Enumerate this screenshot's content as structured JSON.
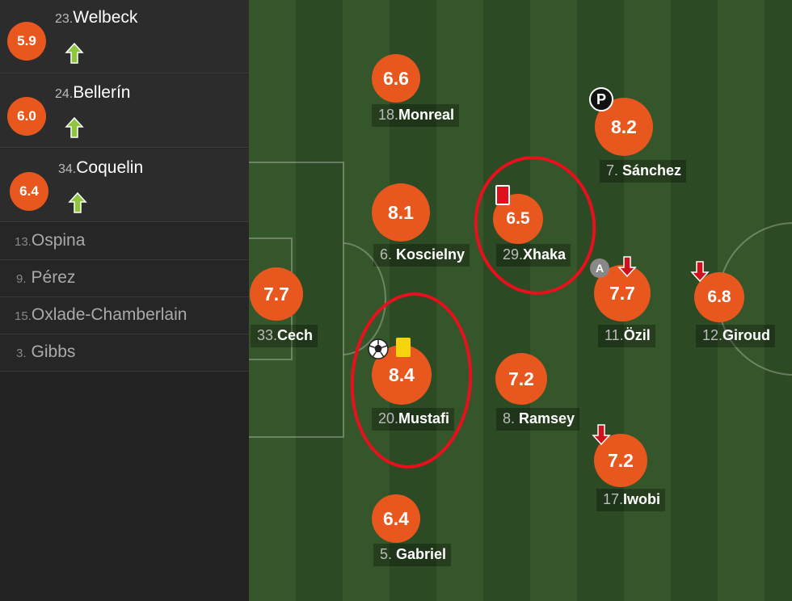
{
  "subs": [
    {
      "rating": "5.9",
      "num": "23.",
      "name": "Welbeck"
    },
    {
      "rating": "6.0",
      "num": "24.",
      "name": "Bellerín"
    },
    {
      "rating": "6.4",
      "num": "34.",
      "name": "Coquelin"
    }
  ],
  "bench": [
    {
      "num": "13.",
      "name": "Ospina"
    },
    {
      "num": "9.",
      "name": "Pérez"
    },
    {
      "num": "15.",
      "name": "Oxlade-Chamberlain"
    },
    {
      "num": "3.",
      "name": "Gibbs"
    }
  ],
  "players": {
    "cech": {
      "rating": "7.7",
      "num": "33.",
      "name": "Cech"
    },
    "monreal": {
      "rating": "6.6",
      "num": "18.",
      "name": "Monreal"
    },
    "koscielny": {
      "rating": "8.1",
      "num": "6.",
      "name": "Koscielny"
    },
    "mustafi": {
      "rating": "8.4",
      "num": "20.",
      "name": "Mustafi"
    },
    "gabriel": {
      "rating": "6.4",
      "num": "5.",
      "name": "Gabriel"
    },
    "xhaka": {
      "rating": "6.5",
      "num": "29.",
      "name": "Xhaka"
    },
    "ramsey": {
      "rating": "7.2",
      "num": "8.",
      "name": "Ramsey"
    },
    "sanchez": {
      "rating": "8.2",
      "num": "7.",
      "name": "Sánchez"
    },
    "ozil": {
      "rating": "7.7",
      "num": "11.",
      "name": "Özil"
    },
    "iwobi": {
      "rating": "7.2",
      "num": "17.",
      "name": "Iwobi"
    },
    "giroud": {
      "rating": "6.8",
      "num": "12.",
      "name": "Giroud"
    }
  },
  "badges": {
    "assist_letter": "A",
    "penalty_letter": "P"
  },
  "colors": {
    "rating_circle": "#e8571e",
    "sub_in_arrow": "#8fc43d",
    "sub_out_arrow": "#d0101c",
    "highlight_ring": "#e8101c",
    "red_card": "#e0101c",
    "yellow_card": "#f5d40f"
  }
}
